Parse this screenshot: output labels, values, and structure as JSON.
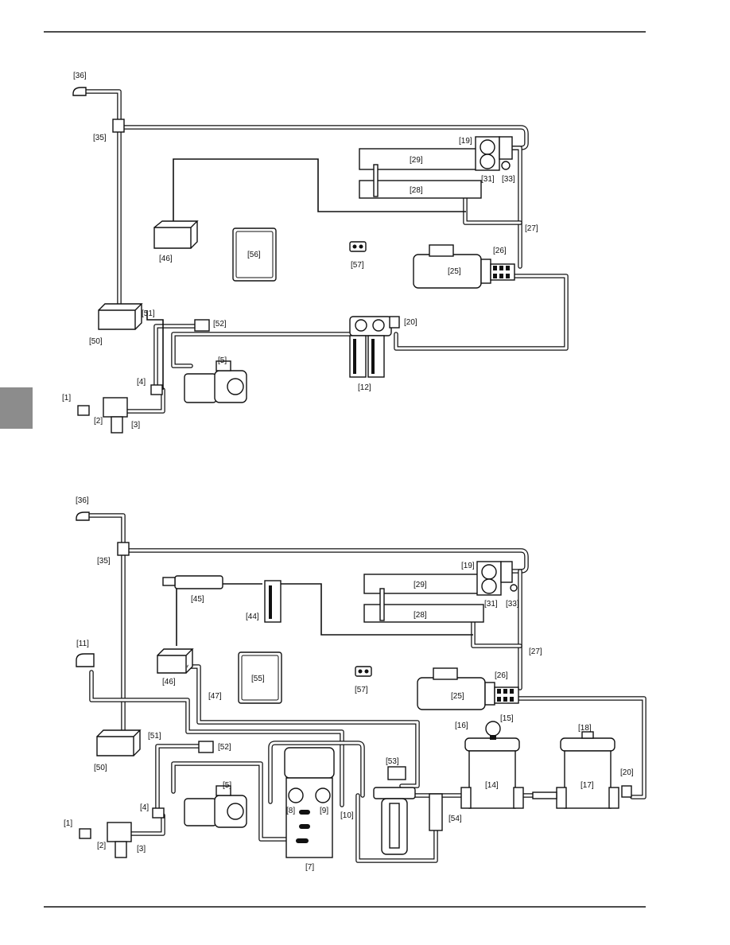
{
  "top_diagram": {
    "labels": {
      "l36": "[36]",
      "l35": "[35]",
      "l19": "[19]",
      "l29": "[29]",
      "l28": "[28]",
      "l31": "[31]",
      "l33": "[33]",
      "l27": "[27]",
      "l26": "[26]",
      "l25": "[25]",
      "l46": "[46]",
      "l56": "[56]",
      "l57": "[57]",
      "l51": "[51]",
      "l52": "[52]",
      "l20": "[20]",
      "l50": "[50]",
      "l5": "[5]",
      "l4": "[4]",
      "l12": "[12]",
      "l1": "[1]",
      "l2": "[2]",
      "l3": "[3]"
    }
  },
  "bottom_diagram": {
    "labels": {
      "l36": "[36]",
      "l35": "[35]",
      "l19": "[19]",
      "l29": "[29]",
      "l28": "[28]",
      "l31": "[31]",
      "l33": "[33]",
      "l45": "[45]",
      "l44": "[44]",
      "l27": "[27]",
      "l11": "[11]",
      "l46": "[46]",
      "l55": "[55]",
      "l57": "[57]",
      "l26": "[26]",
      "l25": "[25]",
      "l47": "[47]",
      "l15": "[15]",
      "l16": "[16]",
      "l18": "[18]",
      "l51": "[51]",
      "l52": "[52]",
      "l53": "[53]",
      "l50": "[50]",
      "l5": "[5]",
      "l20": "[20]",
      "l14": "[14]",
      "l17": "[17]",
      "l4": "[4]",
      "l8": "[8]",
      "l9": "[9]",
      "l10": "[10]",
      "l54": "[54]",
      "l1": "[1]",
      "l2": "[2]",
      "l3": "[3]",
      "l7": "[7]"
    }
  },
  "colors": {
    "line": "#111111",
    "side_tab": "#8c8c8c",
    "background": "#ffffff"
  }
}
